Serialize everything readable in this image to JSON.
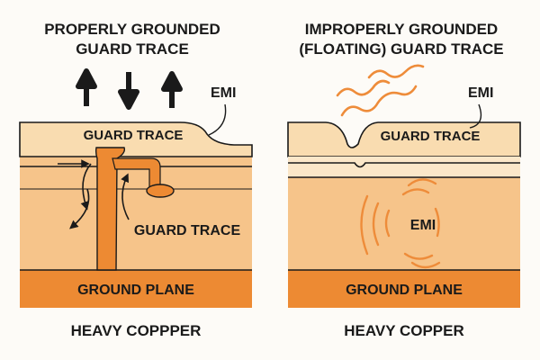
{
  "left_panel": {
    "title_line1": "PROPERLY GROUNDED",
    "title_line2": "GUARD TRACE",
    "emi_label": "EMI",
    "guard_trace_top_label": "GUARD TRACE",
    "guard_trace_mid_label": "GUARD TRACE",
    "ground_plane_label": "GROUND PLANE",
    "footer": "HEAVY COPPPER"
  },
  "right_panel": {
    "title_line1": "IMPROPERLY GROUNDED",
    "title_line2": "(FLOATING) GUARD TRACE",
    "emi_label_top": "EMI",
    "guard_trace_label": "GUARD TRACE",
    "emi_label_center": "EMI",
    "ground_plane_label": "GROUND PLANE",
    "footer": "HEAVY COPPER"
  },
  "colors": {
    "light_copper": "#f9dcb0",
    "mid_copper": "#f6c48a",
    "dark_copper": "#ed8a33",
    "signal": "#ee8c3a",
    "stroke": "#1a1a1a"
  }
}
